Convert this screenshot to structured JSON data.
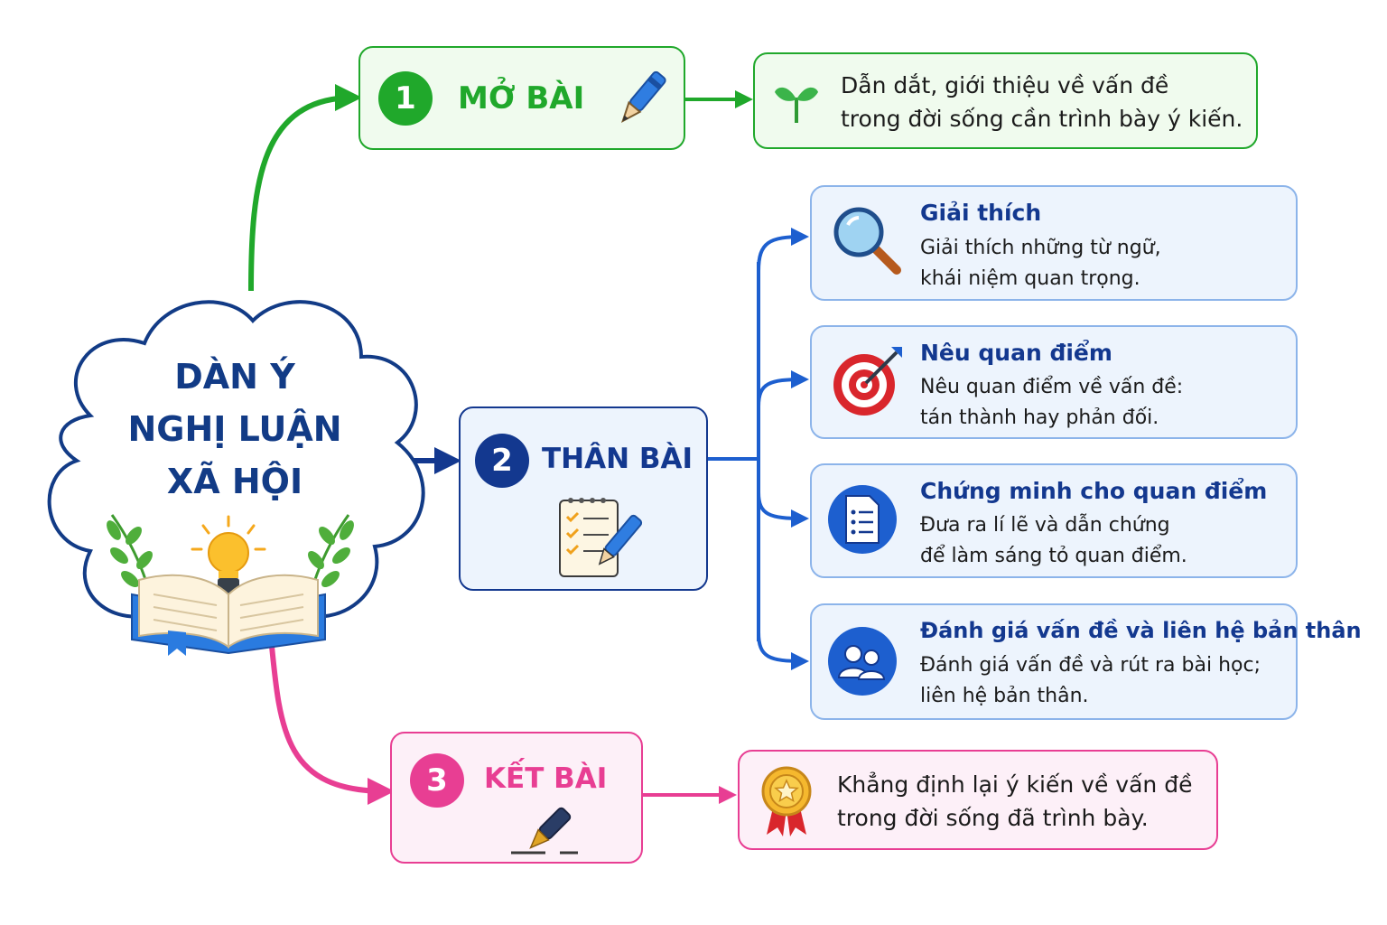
{
  "colors": {
    "green": "#20a82b",
    "green_bg": "#f0fbee",
    "blue": "#1d5fcf",
    "navy": "#13388f",
    "blue_bg": "#edf4fd",
    "pink": "#e83e93",
    "pink_bg": "#fdf0f8",
    "cloud_border": "#123b86"
  },
  "center": {
    "title_lines": [
      "DÀN Ý",
      "NGHỊ LUẬN",
      "XÃ HỘI"
    ],
    "icons": [
      "open-book-icon",
      "lightbulb-icon",
      "laurel-branch-icon"
    ]
  },
  "sections": {
    "mo_bai": {
      "number": "1",
      "label": "MỞ BÀI",
      "icon": "pen-icon",
      "detail": {
        "icon": "sprout-icon",
        "lines": [
          "Dẫn dắt, giới thiệu về vấn đề",
          "trong đời sống cần trình bày ý kiến."
        ]
      }
    },
    "than_bai": {
      "number": "2",
      "label": "THÂN BÀI",
      "icon": "checklist-clipboard-icon",
      "items": [
        {
          "icon": "magnifier-icon",
          "title": "Giải thích",
          "lines": [
            "Giải thích những từ ngữ,",
            "khái niệm quan trọng."
          ]
        },
        {
          "icon": "target-icon",
          "title": "Nêu quan điểm",
          "lines": [
            "Nêu quan điểm về vấn đề:",
            "tán thành hay phản đối."
          ]
        },
        {
          "icon": "document-list-icon",
          "title": "Chứng minh cho quan điểm",
          "lines": [
            "Đưa ra lí lẽ và dẫn chứng",
            "để làm sáng tỏ quan điểm."
          ]
        },
        {
          "icon": "people-icon",
          "title": "Đánh giá vấn đề và liên hệ bản thân",
          "lines": [
            "Đánh giá vấn đề và rút ra bài học;",
            "liên hệ bản thân."
          ]
        }
      ]
    },
    "ket_bai": {
      "number": "3",
      "label": "KẾT BÀI",
      "icon": "fountain-pen-icon",
      "detail": {
        "icon": "medal-icon",
        "lines": [
          "Khẳng định lại ý kiến về vấn đề",
          "trong đời sống đã trình bày."
        ]
      }
    }
  }
}
